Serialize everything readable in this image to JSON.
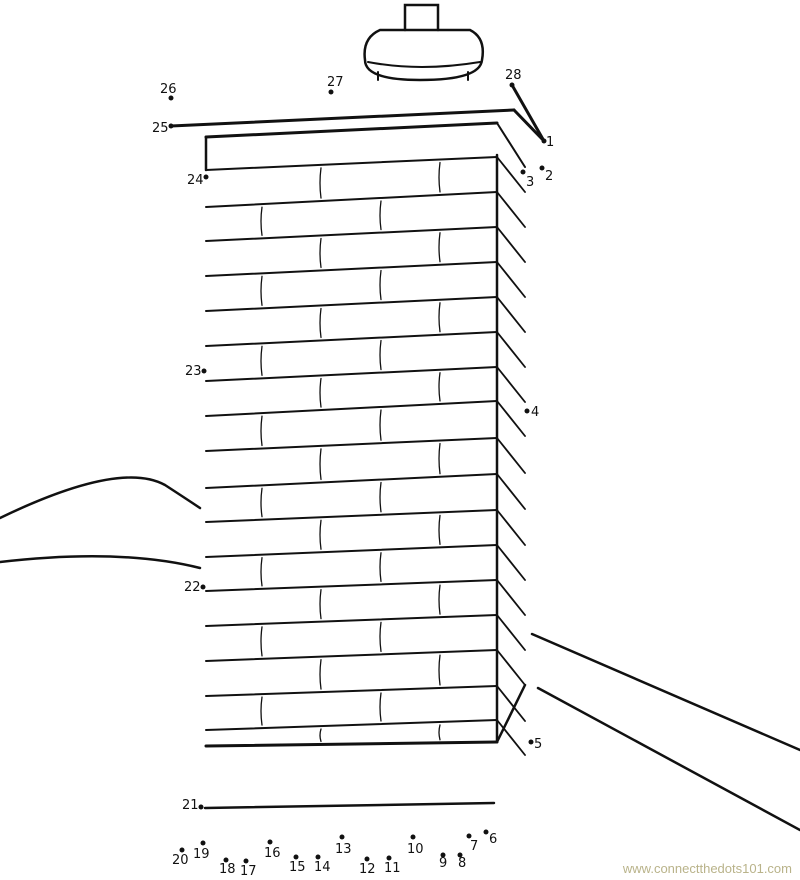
{
  "puzzle": {
    "dot_labels": [
      "1",
      "2",
      "3",
      "4",
      "5",
      "6",
      "7",
      "8",
      "9",
      "10",
      "11",
      "12",
      "13",
      "14",
      "15",
      "16",
      "17",
      "18",
      "19",
      "20",
      "21",
      "22",
      "23",
      "24",
      "25",
      "26",
      "27",
      "28"
    ]
  },
  "watermark": "www.connectthedots101.com",
  "colors": {
    "ink": "#111111",
    "watermark": "#b9b38a"
  }
}
